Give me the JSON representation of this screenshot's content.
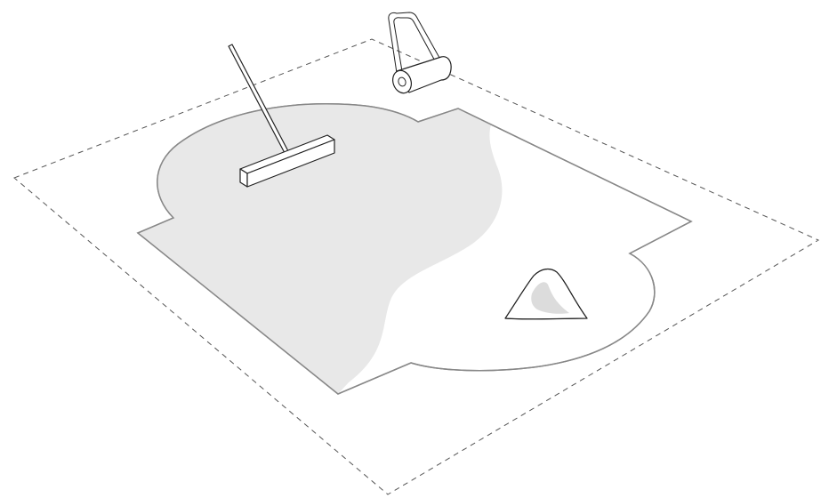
{
  "scene": {
    "objects": [
      {
        "kind": "boundary",
        "style": "dashed",
        "icon": "dashed-boundary"
      },
      {
        "kind": "plot",
        "style": "outlined",
        "icon": "lawn-plot"
      },
      {
        "kind": "shaded-area",
        "fill": "light gray",
        "icon": "leveled-soil"
      },
      {
        "kind": "tool",
        "icon": "garden-rake-icon"
      },
      {
        "kind": "tool",
        "icon": "lawn-roller-icon"
      },
      {
        "kind": "pile",
        "icon": "soil-mound-icon"
      }
    ],
    "colors": {
      "background": "#ffffff",
      "shade": "#e8e8e8",
      "outline": "#888888",
      "ink": "#222222"
    }
  }
}
